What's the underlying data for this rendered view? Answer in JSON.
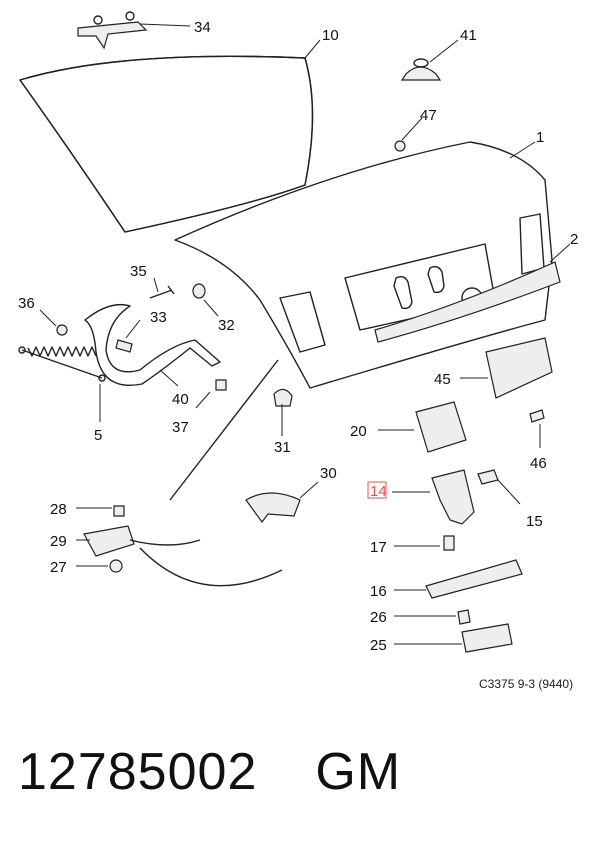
{
  "diagram": {
    "callouts": [
      {
        "id": "34",
        "label": "34"
      },
      {
        "id": "10",
        "label": "10"
      },
      {
        "id": "41",
        "label": "41"
      },
      {
        "id": "47",
        "label": "47"
      },
      {
        "id": "1",
        "label": "1"
      },
      {
        "id": "2",
        "label": "2"
      },
      {
        "id": "35",
        "label": "35"
      },
      {
        "id": "36",
        "label": "36"
      },
      {
        "id": "33",
        "label": "33"
      },
      {
        "id": "32",
        "label": "32"
      },
      {
        "id": "45",
        "label": "45"
      },
      {
        "id": "40",
        "label": "40"
      },
      {
        "id": "37",
        "label": "37"
      },
      {
        "id": "5",
        "label": "5"
      },
      {
        "id": "20",
        "label": "20"
      },
      {
        "id": "31",
        "label": "31"
      },
      {
        "id": "46",
        "label": "46"
      },
      {
        "id": "30",
        "label": "30"
      },
      {
        "id": "14",
        "label": "14"
      },
      {
        "id": "15",
        "label": "15"
      },
      {
        "id": "28",
        "label": "28"
      },
      {
        "id": "29",
        "label": "29"
      },
      {
        "id": "27",
        "label": "27"
      },
      {
        "id": "17",
        "label": "17"
      },
      {
        "id": "16",
        "label": "16"
      },
      {
        "id": "26",
        "label": "26"
      },
      {
        "id": "25",
        "label": "25"
      }
    ],
    "highlight_color": "#e05050",
    "reference_code": "C3375 9-3 (9440)"
  },
  "footer": {
    "part_number": "12785002",
    "brand": "GM"
  }
}
